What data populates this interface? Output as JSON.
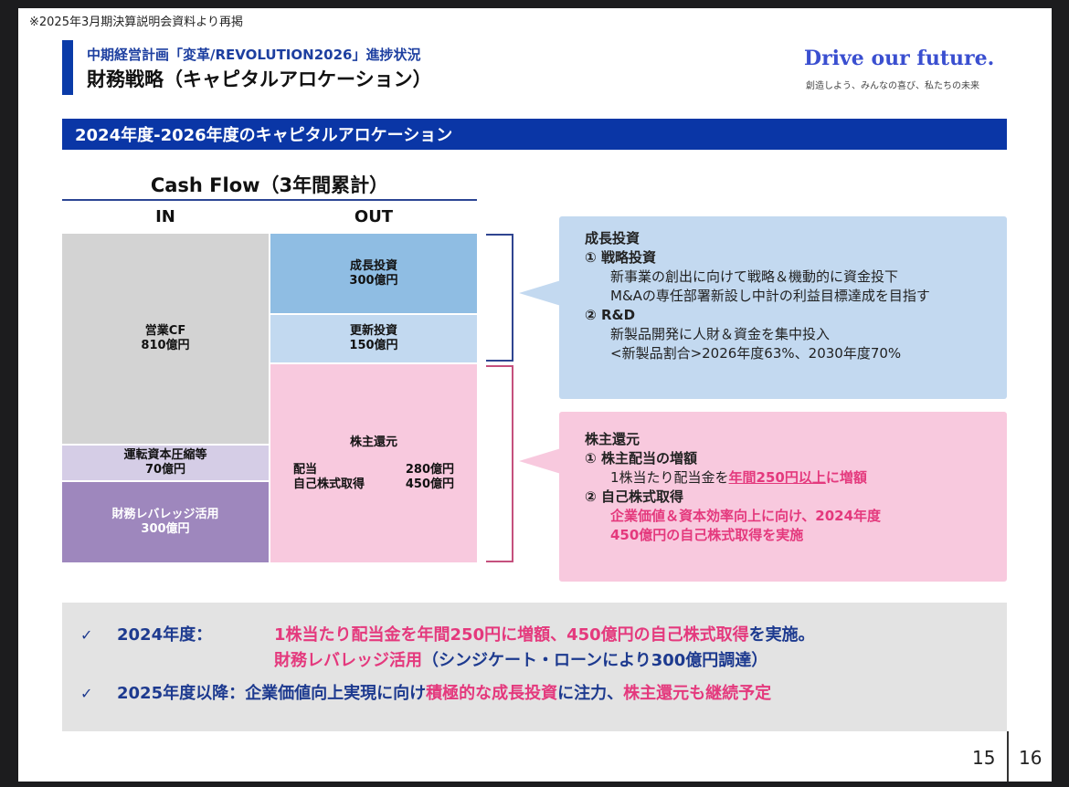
{
  "note": "※2025年3月期決算説明会資料より再掲",
  "header": {
    "subtitle": "中期経営計画「変革/REVOLUTION2026」進捗状況",
    "title": "財務戦略（キャピタルアロケーション）",
    "brand": "Drive our future.",
    "brand_tagline": "創造しよう、みんなの喜び、私たちの未来"
  },
  "section_title": "2024年度-2026年度のキャピタルアロケーション",
  "cashflow": {
    "title": "Cash Flow（3年間累計）",
    "in_label": "IN",
    "out_label": "OUT",
    "in": [
      {
        "name": "営業CF",
        "value": "810億円"
      },
      {
        "name": "運転資本圧縮等",
        "value": "70億円"
      },
      {
        "name": "財務レバレッジ活用",
        "value": "300億円"
      }
    ],
    "out": [
      {
        "name": "成長投資",
        "value": "300億円"
      },
      {
        "name": "更新投資",
        "value": "150億円"
      },
      {
        "name": "株主還元",
        "rows": [
          {
            "label": "配当",
            "value": "280億円"
          },
          {
            "label": "自己株式取得",
            "value": "450億円"
          }
        ]
      }
    ]
  },
  "growth_callout": {
    "heading": "成長投資",
    "items": [
      {
        "num": "①",
        "title": "戦略投資",
        "lines": [
          "新事業の創出に向けて戦略＆機動的に資金投下",
          "M&Aの専任部署新設し中計の利益目標達成を目指す"
        ]
      },
      {
        "num": "②",
        "title": "R&D",
        "lines": [
          "新製品開発に人財＆資金を集中投入",
          "<新製品割合>2026年度63%、2030年度70%"
        ]
      }
    ]
  },
  "return_callout": {
    "heading": "株主還元",
    "items": [
      {
        "num": "①",
        "title": "株主配当の増額",
        "line_prefix": "1株当たり配当金を",
        "line_highlight": "年間250円以上",
        "line_suffix": "に増額"
      },
      {
        "num": "②",
        "title": "自己株式取得",
        "lines": [
          "企業価値＆資本効率向上に向け、2024年度",
          "450億円の自己株式取得を実施"
        ]
      }
    ]
  },
  "summary": {
    "check_icon": "✓",
    "rows": [
      {
        "label": "2024年度：",
        "line1_a": "1株当たり配当金を年間250円に増額、450億円の自己株式取得",
        "line1_b": "を実施。",
        "line2_a": "財務レバレッジ活用",
        "line2_b": "（シンジケート・ローンにより300億円調達）"
      },
      {
        "label": "2025年度以降：",
        "text_a": "企業価値向上実現に向け",
        "text_b": "積極的な成長投資",
        "text_c": "に注力、",
        "text_d": "株主還元も継続予定"
      }
    ]
  },
  "pages": {
    "current": "15",
    "next": "16"
  },
  "colors": {
    "brand_blue": "#0a36a6",
    "accent_pink": "#e4397d",
    "growth_blue": "#8fbde3",
    "return_pink": "#f8c9de",
    "leverage_purple": "#9e87bd"
  }
}
